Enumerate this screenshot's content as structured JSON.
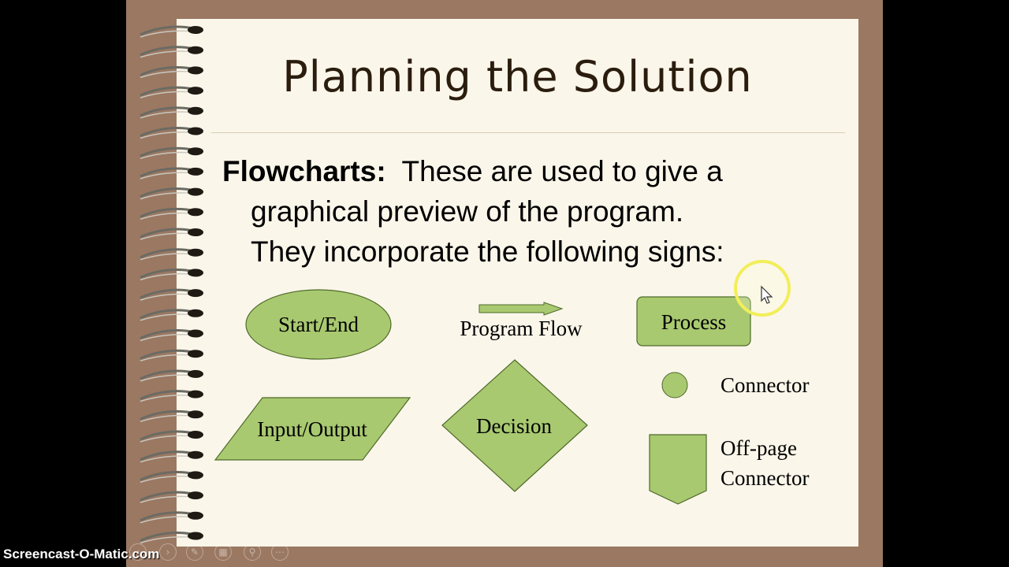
{
  "slide": {
    "title": "Planning the Solution",
    "term": "Flowcharts:",
    "line1": "These are used to give a",
    "line2": "graphical preview of the program.",
    "line3": "They incorporate the following signs:"
  },
  "symbols": {
    "start_end": "Start/End",
    "program_flow": "Program Flow",
    "process": "Process",
    "connector": "Connector",
    "input_output": "Input/Output",
    "decision": "Decision",
    "off_page_line1": "Off-page",
    "off_page_line2": "Connector"
  },
  "colors": {
    "shape_fill": "#a9c970",
    "shape_stroke": "#4e6b2a",
    "page": "#fbf6ea",
    "notebook": "#9b7862",
    "highlight": "#f2ee5a"
  },
  "player": {
    "watermark": "Screencast-O-Matic.com"
  }
}
